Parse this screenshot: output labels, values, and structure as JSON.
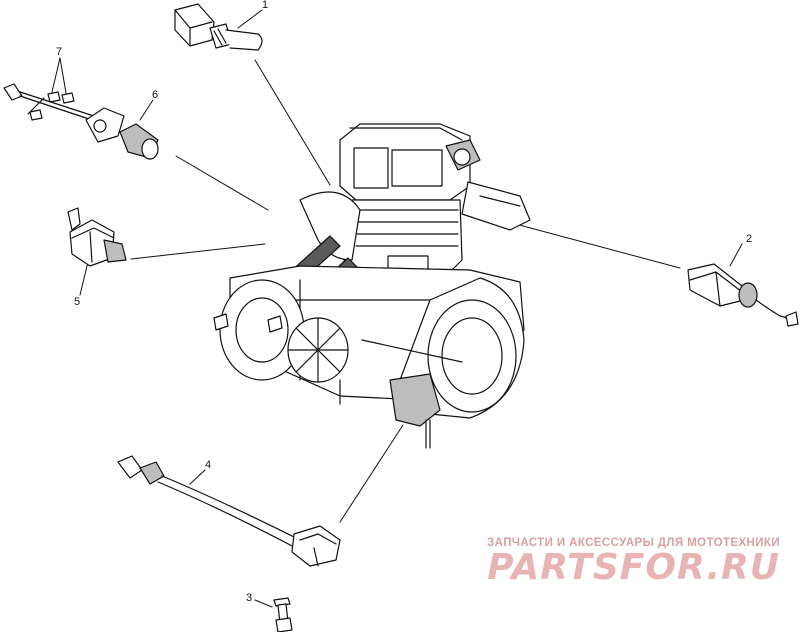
{
  "callouts": [
    {
      "id": "1",
      "label": "1"
    },
    {
      "id": "2",
      "label": "2"
    },
    {
      "id": "3",
      "label": "3"
    },
    {
      "id": "4",
      "label": "4"
    },
    {
      "id": "5",
      "label": "5"
    },
    {
      "id": "6",
      "label": "6"
    },
    {
      "id": "7",
      "label": "7"
    }
  ],
  "watermark": {
    "tagline": "ЗАПЧАСТИ И АКСЕССУАРЫ ДЛЯ МОТОТЕХНИКИ",
    "brand": "PARTSFOR.RU"
  },
  "colors": {
    "line": "#111111",
    "part_fill": "#ffffff",
    "shade": "#bdbdbd",
    "watermark": "#e7b3b3"
  }
}
